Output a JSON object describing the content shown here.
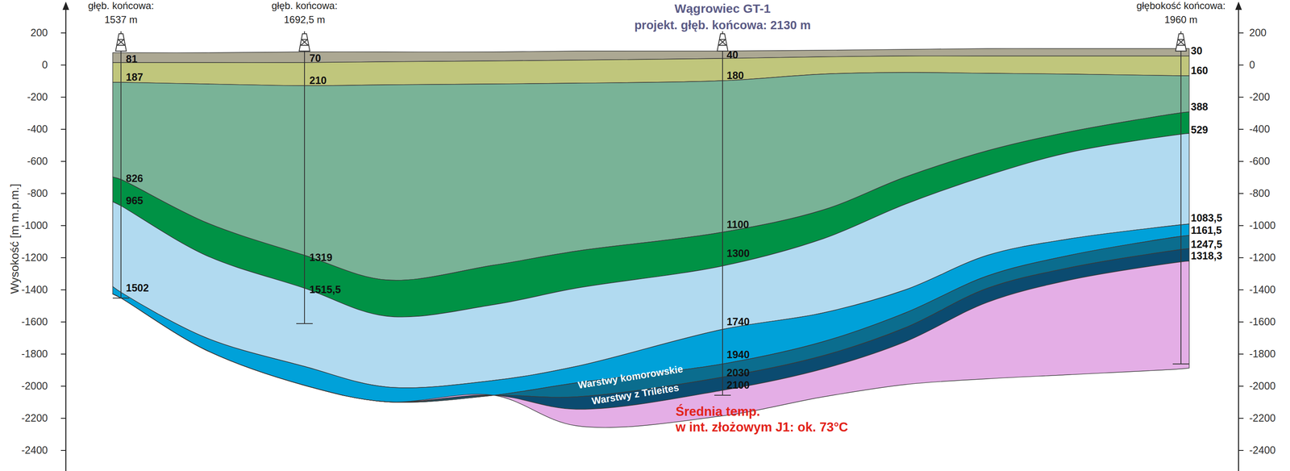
{
  "diagram": {
    "labels": [
      "głęb. końcowa:",
      "1537 m",
      "głęb. końcowa:",
      "1692,5 m",
      "Wągrowiec GT-1",
      "projekt. głęb. końcowa: 2130 m",
      "głębokość końcowa:",
      "1960 m",
      "81",
      "187",
      "826",
      "965",
      "1502",
      "70",
      "210",
      "1319",
      "1515,5",
      "40",
      "180",
      "1100",
      "1300",
      "1740",
      "1940",
      "2030",
      "2100",
      "30",
      "160",
      "388",
      "529",
      "1083,5",
      "1161,5",
      "1247,5",
      "1318,3",
      "200",
      "0",
      "-200",
      "-400",
      "-600",
      "-800",
      "-1000",
      "-1200",
      "-1400",
      "-1600",
      "-1800",
      "-2000",
      "-2200",
      "-2400",
      "200",
      "0",
      "-200",
      "-400",
      "-600",
      "-800",
      "-1000",
      "-1200",
      "-1400",
      "-1600",
      "-1800",
      "-2000",
      "-2200",
      "-2400",
      "Wysokość [m m.p.m.]",
      "Warstwy komorowskie",
      "Warstwy z Trileites",
      "Średnia temp.",
      "w int. złożowym J1: ok. 73°C"
    ]
  }
}
